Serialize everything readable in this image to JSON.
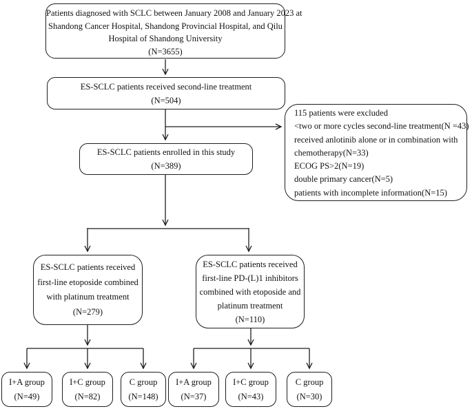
{
  "diagram": {
    "line_color": "#1c1c1c",
    "diagnosed": {
      "line1": "Patients diagnosed with SCLC between January 2008 and January 2023 at",
      "line2": "Shandong Cancer Hospital, Shandong Provincial Hospital, and Qilu",
      "line3": "Hospital of Shandong University",
      "n": "(N=3655)"
    },
    "second_line": {
      "line1": "ES-SCLC patients received second-line treatment",
      "n": "(N=504)"
    },
    "excluded": {
      "line1": "115 patients were excluded",
      "line2": "<two or more cycles second-line treatment(N =43)",
      "line3": "received anlotinib alone or in combination with",
      "line4": "chemotherapy(N=33)",
      "line5": "ECOG PS>2(N=19)",
      "line6": "double primary cancer(N=5)",
      "line7": "patients with incomplete information(N=15)"
    },
    "enrolled": {
      "line1": "ES-SCLC patients enrolled in this study",
      "n": "(N=389)"
    },
    "chemo_arm": {
      "line1": "ES-SCLC patients received",
      "line2": "first-line etoposide combined",
      "line3": "with platinum treatment",
      "n": "(N=279)"
    },
    "immuno_arm": {
      "line1": "ES-SCLC patients received",
      "line2": "first-line PD-(L)1 inhibitors",
      "line3": "combined with etoposide and",
      "line4": "platinum treatment",
      "n": "(N=110)"
    },
    "groups": [
      {
        "label": "I+A group",
        "n": "(N=49)"
      },
      {
        "label": "I+C group",
        "n": "(N=82)"
      },
      {
        "label": "C group",
        "n": "(N=148)"
      },
      {
        "label": "I+A group",
        "n": "(N=37)"
      },
      {
        "label": "I+C group",
        "n": "(N=43)"
      },
      {
        "label": "C group",
        "n": "(N=30)"
      }
    ]
  }
}
